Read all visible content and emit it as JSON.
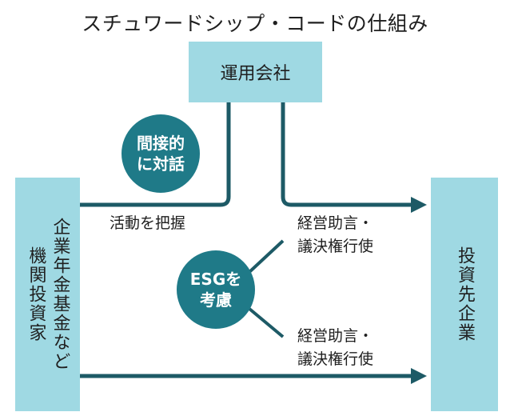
{
  "title": "スチュワードシップ・コードの仕組み",
  "nodes": {
    "asset_manager": "運用会社",
    "institutional_investors": "機関投資家",
    "institutional_investors_examples": "企業年金基金など",
    "investee_companies": "投資先企業"
  },
  "badges": {
    "indirect_dialogue": [
      "間接的",
      "に対話"
    ],
    "esg_consideration": [
      "ESGを",
      "考慮"
    ]
  },
  "labels": {
    "activity_monitoring": "活動を把握",
    "advice_upper": [
      "経営助言・",
      "議決権行使"
    ],
    "advice_lower": [
      "経営助言・",
      "議決権行使"
    ]
  },
  "colors": {
    "box_fill": "#9fd9e3",
    "arrow": "#1d5a66",
    "badge_fill": "#1f7a88",
    "badge_text": "#ffffff"
  }
}
